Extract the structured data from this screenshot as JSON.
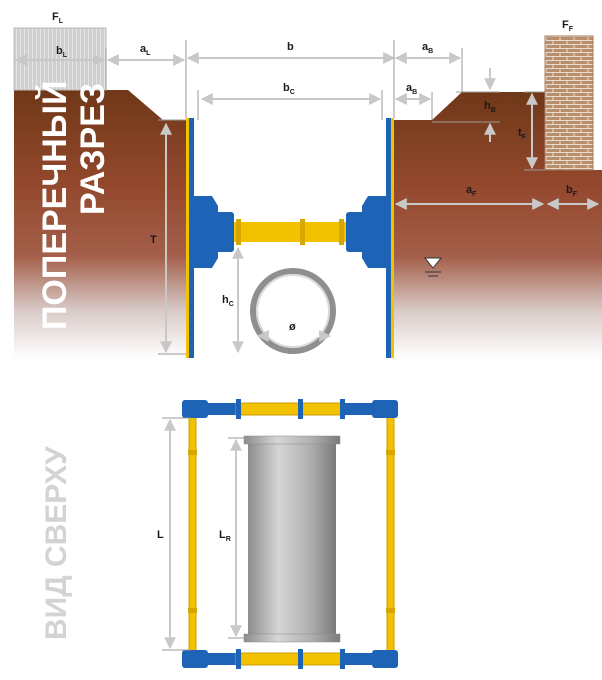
{
  "colors": {
    "soil_top": "#7a3f1c",
    "soil_mid": "#a4563a",
    "soil_fade": "#e9e4e4",
    "frame_blue": "#1e64b6",
    "strut_yellow": "#f2c200",
    "dim_gray": "#c4c4c4",
    "pipe_gray": "#b8b8b8",
    "brick": "#b78b6a"
  },
  "cross_section": {
    "title_line1": "ПОПЕРЕЧНЫЙ",
    "title_line2": "РАЗРЕЗ",
    "labels": {
      "FL": {
        "main": "F",
        "sub": "L"
      },
      "FF": {
        "main": "F",
        "sub": "F"
      },
      "bL": {
        "main": "b",
        "sub": "L"
      },
      "aL": {
        "main": "a",
        "sub": "L"
      },
      "b": {
        "main": "b",
        "sub": ""
      },
      "aB_top": {
        "main": "a",
        "sub": "B"
      },
      "bC": {
        "main": "b",
        "sub": "C"
      },
      "aB_inner": {
        "main": "a",
        "sub": "B"
      },
      "hB": {
        "main": "h",
        "sub": "B"
      },
      "tF": {
        "main": "t",
        "sub": "F"
      },
      "aF": {
        "main": "a",
        "sub": "F"
      },
      "bF": {
        "main": "b",
        "sub": "F"
      },
      "T": {
        "main": "T",
        "sub": ""
      },
      "hC": {
        "main": "h",
        "sub": "C"
      },
      "diam": {
        "main": "ø",
        "sub": ""
      }
    }
  },
  "top_view": {
    "title": "ВИД СВЕРХУ",
    "labels": {
      "L": {
        "main": "L",
        "sub": ""
      },
      "LR": {
        "main": "L",
        "sub": "R"
      }
    }
  }
}
